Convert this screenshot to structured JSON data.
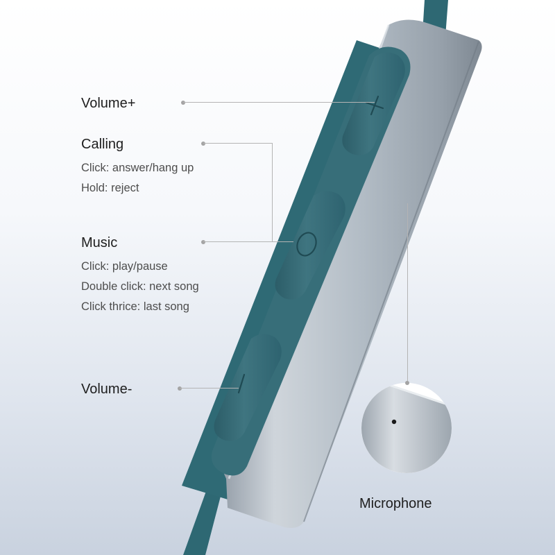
{
  "callouts": {
    "volume_up": {
      "title": "Volume+"
    },
    "calling": {
      "title": "Calling",
      "lines": [
        "Click: answer/hang up",
        "Hold: reject"
      ]
    },
    "music": {
      "title": "Music",
      "lines": [
        "Click: play/pause",
        "Double click: next song",
        "Click thrice: last song"
      ]
    },
    "volume_down": {
      "title": "Volume-"
    },
    "microphone": {
      "title": "Microphone"
    }
  },
  "colors": {
    "cable": "#2e6873",
    "button": "#3c6f79",
    "metal": "#a9b3bd",
    "leader_line": "#b4b4b4"
  },
  "icons": [
    "plus-icon",
    "circle-icon",
    "minus-icon"
  ]
}
